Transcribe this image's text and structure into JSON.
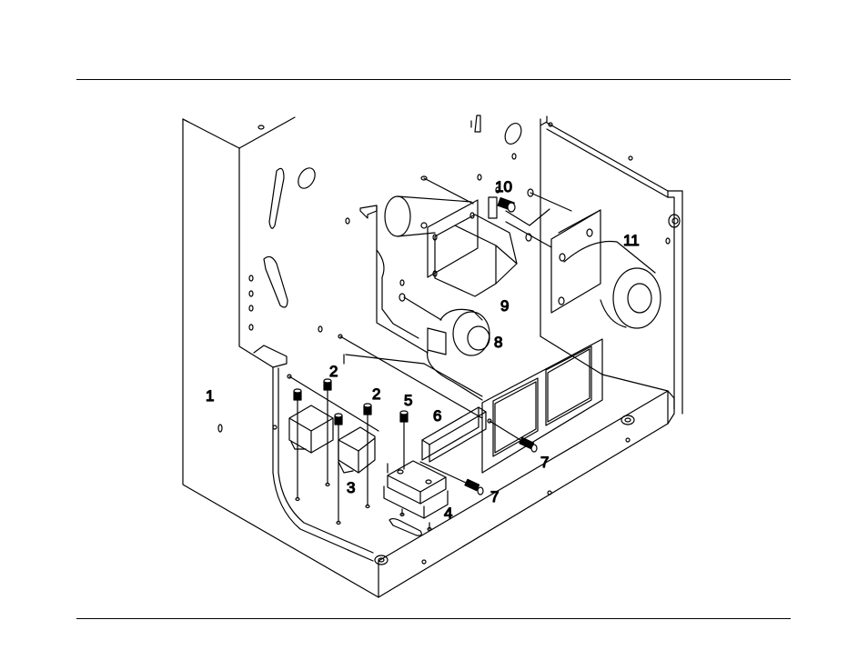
{
  "diagram": {
    "colors": {
      "line": "#000000",
      "paper": "#ffffff"
    },
    "callouts": [
      {
        "id": "c1",
        "text": "1"
      },
      {
        "id": "c2a",
        "text": "2"
      },
      {
        "id": "c2b",
        "text": "2"
      },
      {
        "id": "c3",
        "text": "3"
      },
      {
        "id": "c4",
        "text": "4"
      },
      {
        "id": "c5",
        "text": "5"
      },
      {
        "id": "c6",
        "text": "6"
      },
      {
        "id": "c7a",
        "text": "7"
      },
      {
        "id": "c7b",
        "text": "7"
      },
      {
        "id": "c8",
        "text": "8"
      },
      {
        "id": "c9",
        "text": "9"
      },
      {
        "id": "c10",
        "text": "10"
      },
      {
        "id": "c11",
        "text": "11"
      }
    ]
  }
}
